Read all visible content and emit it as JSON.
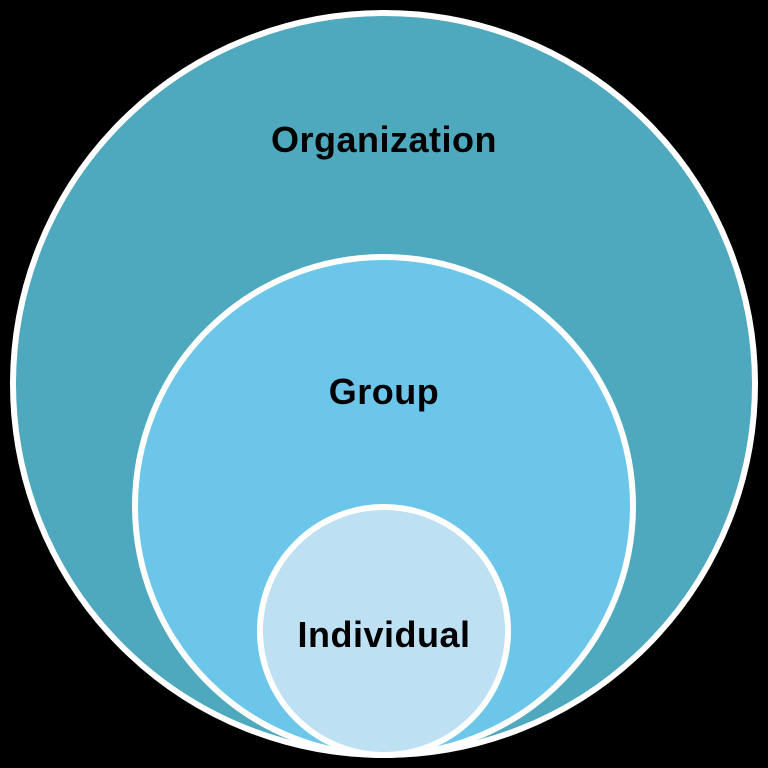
{
  "diagram": {
    "type": "nested-circles",
    "background_color": "#000000",
    "circle_border_color": "#ffffff",
    "label_text_color": "#000000",
    "levels": [
      {
        "label": "Organization",
        "fill": "#4FA9BE"
      },
      {
        "label": "Group",
        "fill": "#6BC6EA"
      },
      {
        "label": "Individual",
        "fill": "#BDE0F2"
      }
    ]
  }
}
